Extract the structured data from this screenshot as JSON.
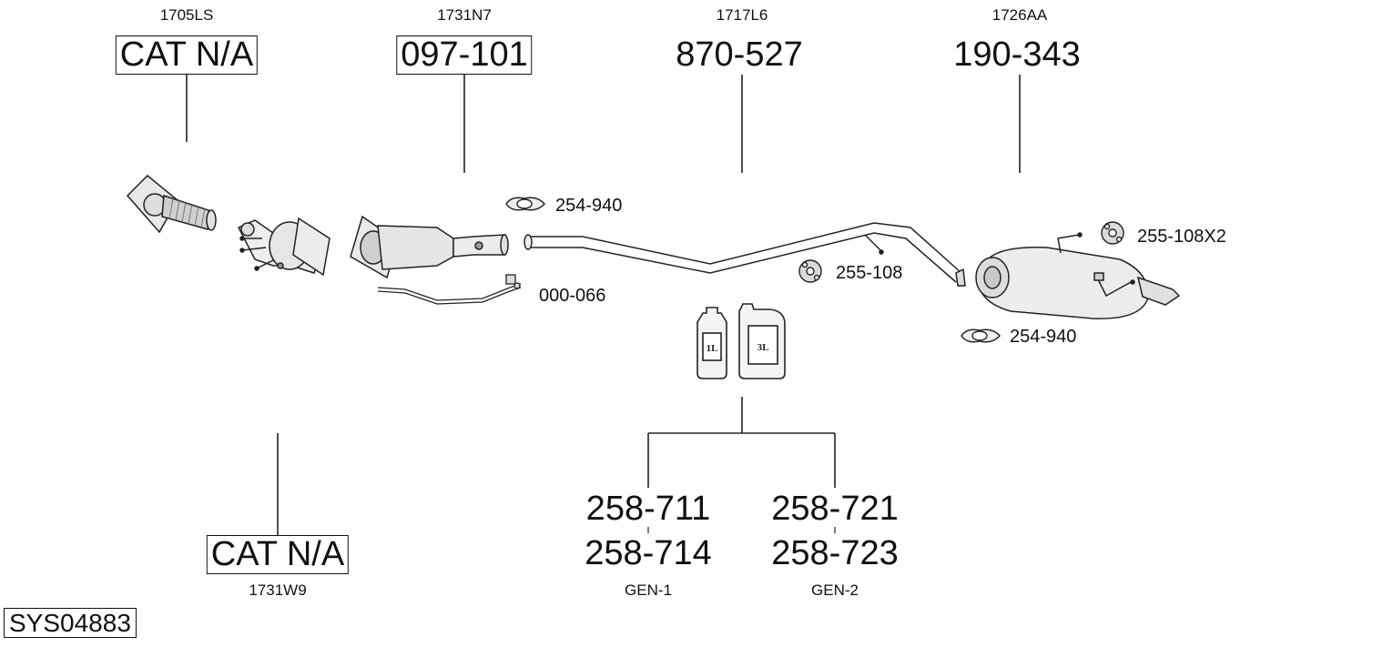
{
  "top_parts": [
    {
      "oe": "1705LS",
      "number": "CAT N/A",
      "boxed": true
    },
    {
      "oe": "1731N7",
      "number": "097-101",
      "boxed": true
    },
    {
      "oe": "1717L6",
      "number": "870-527",
      "boxed": false
    },
    {
      "oe": "1726AA",
      "number": "190-343",
      "boxed": false
    }
  ],
  "bottom_part": {
    "oe": "1731W9",
    "number": "CAT N/A",
    "boxed": true
  },
  "accessories": {
    "clamp_front": "254-940",
    "sensor": "000-066",
    "rubber_mid": "255-108",
    "rubber_rear": "255-108X2",
    "clamp_rear": "254-940"
  },
  "containers": {
    "small": "1L",
    "large": "3L"
  },
  "kits": [
    {
      "line1": "258-711",
      "line2": "258-714",
      "group": "GEN-1"
    },
    {
      "line1": "258-721",
      "line2": "258-723",
      "group": "GEN-2"
    }
  ],
  "system_code": "SYS04883"
}
